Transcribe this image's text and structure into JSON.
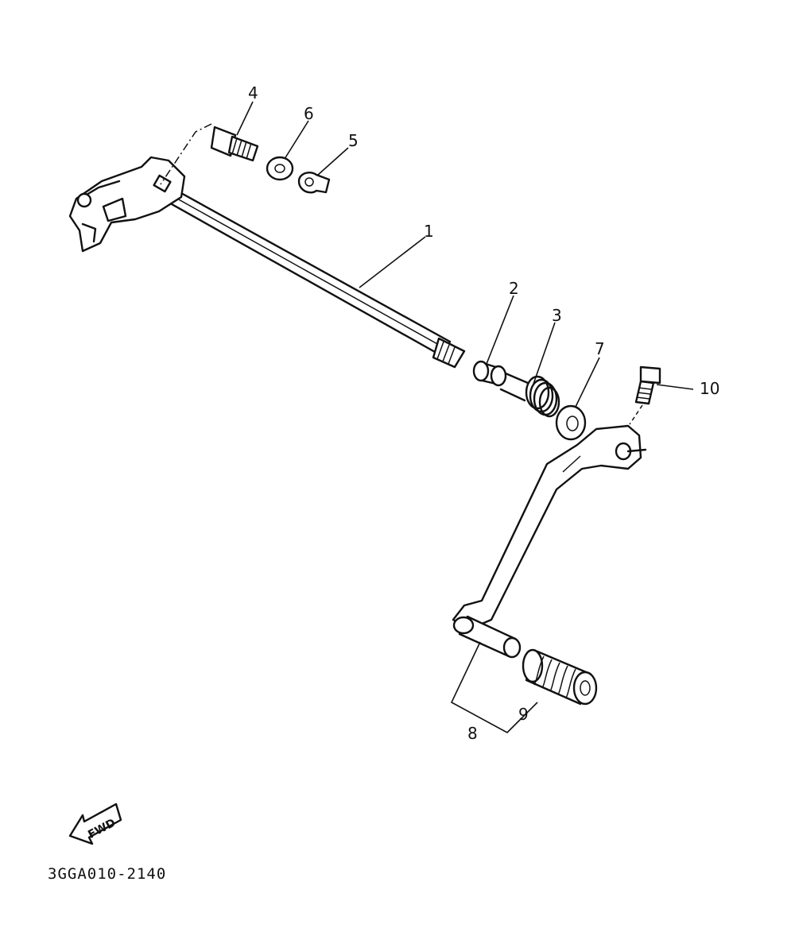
{
  "diagram": {
    "callouts": {
      "c1": "1",
      "c2": "2",
      "c3": "3",
      "c4": "4",
      "c5": "5",
      "c6": "6",
      "c7": "7",
      "c8": "8",
      "c9": "9",
      "c10": "10"
    },
    "fwd_label": "FWD",
    "drawing_code": "3GGA010-2140"
  }
}
